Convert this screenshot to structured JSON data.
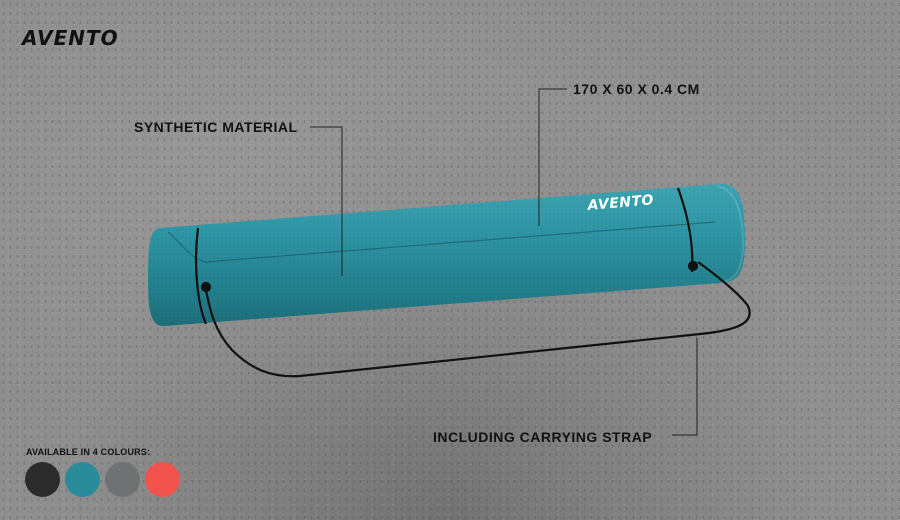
{
  "brand": {
    "logo_text": "AVENTO"
  },
  "product": {
    "logo_text": "AVENTO",
    "mat_color": "#2a8c9a",
    "strap_color": "#111111"
  },
  "callouts": {
    "material": "SYNTHETIC MATERIAL",
    "dimensions": "170 X 60 X 0.4 CM",
    "strap": "INCLUDING CARRYING STRAP"
  },
  "colours": {
    "label": "AVAILABLE IN 4 COLOURS:",
    "swatches": [
      {
        "name": "black",
        "hex": "#2b2b2b"
      },
      {
        "name": "teal",
        "hex": "#2a8c9a"
      },
      {
        "name": "grey",
        "hex": "#6f7273"
      },
      {
        "name": "coral",
        "hex": "#f2544d"
      }
    ]
  }
}
